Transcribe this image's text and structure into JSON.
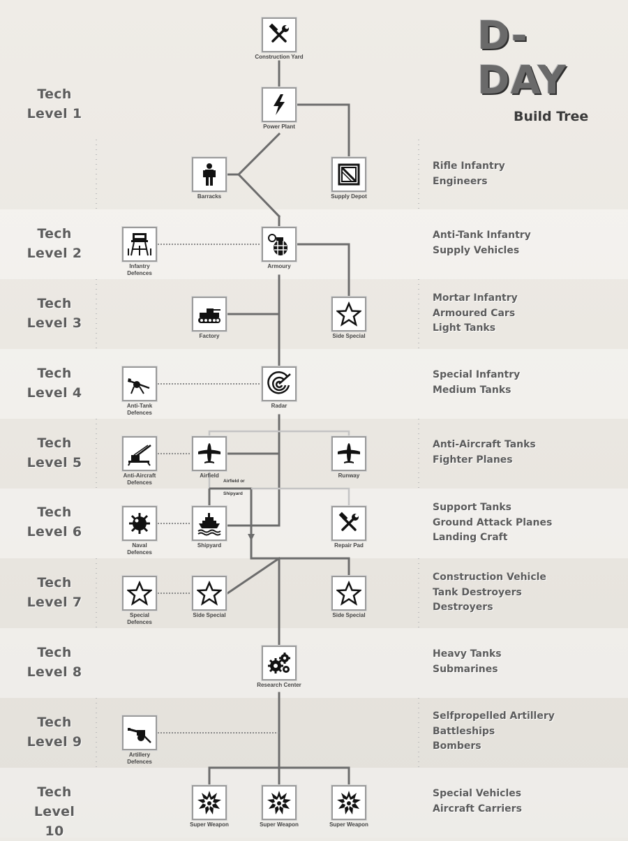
{
  "title": "D-DAY",
  "subtitle": "Build Tree",
  "levels": [
    {
      "l1": "Tech",
      "l2": "Level 1"
    },
    {
      "l1": "Tech",
      "l2": "Level 2"
    },
    {
      "l1": "Tech",
      "l2": "Level 3"
    },
    {
      "l1": "Tech",
      "l2": "Level 4"
    },
    {
      "l1": "Tech",
      "l2": "Level 5"
    },
    {
      "l1": "Tech",
      "l2": "Level 6"
    },
    {
      "l1": "Tech",
      "l2": "Level 7"
    },
    {
      "l1": "Tech",
      "l2": "Level 8"
    },
    {
      "l1": "Tech",
      "l2": "Level 9"
    },
    {
      "l1": "Tech",
      "l2": "Level 10"
    }
  ],
  "unlocks": [
    [
      "Rifle Infantry",
      "Engineers"
    ],
    [
      "Anti-Tank Infantry",
      "Supply Vehicles"
    ],
    [
      "Mortar Infantry",
      "Armoured Cars",
      "Light Tanks"
    ],
    [
      "Special Infantry",
      "Medium Tanks"
    ],
    [
      "Anti-Aircraft Tanks",
      "Fighter Planes"
    ],
    [
      "Support Tanks",
      "Ground Attack Planes",
      "Landing Craft"
    ],
    [
      "Construction Vehicle",
      "Tank Destroyers",
      "Destroyers"
    ],
    [
      "Heavy Tanks",
      "Submarines"
    ],
    [
      "Selfpropelled Artillery",
      "Battleships",
      "Bombers"
    ],
    [
      "Special Vehicles",
      "Aircraft Carriers"
    ]
  ],
  "nodes": {
    "construction_yard": {
      "label": "Construction Yard",
      "icon": "hammer-wrench-icon"
    },
    "power_plant": {
      "label": "Power Plant",
      "icon": "lightning-icon"
    },
    "barracks": {
      "label": "Barracks",
      "icon": "soldier-icon"
    },
    "supply_depot": {
      "label": "Supply Depot",
      "icon": "crate-icon"
    },
    "infantry_defences": {
      "label": "Infantry Defences",
      "icon": "watchtower-icon"
    },
    "armoury": {
      "label": "Armoury",
      "icon": "grenade-icon"
    },
    "factory": {
      "label": "Factory",
      "icon": "tank-icon"
    },
    "side_special_3": {
      "label": "Side Special",
      "icon": "star-icon"
    },
    "anti_tank_defences": {
      "label": "Anti-Tank Defences",
      "icon": "antitank-gun-icon"
    },
    "radar": {
      "label": "Radar",
      "icon": "radar-icon"
    },
    "anti_aircraft_defences": {
      "label": "Anti-Aircraft Defences",
      "icon": "flak-gun-icon"
    },
    "airfield": {
      "label": "Airfield",
      "icon": "plane-icon"
    },
    "runway": {
      "label": "Runway",
      "icon": "plane-icon"
    },
    "naval_defences": {
      "label": "Naval Defences",
      "icon": "mine-icon"
    },
    "shipyard": {
      "label": "Shipyard",
      "icon": "ship-icon"
    },
    "repair_pad": {
      "label": "Repair Pad",
      "icon": "hammer-wrench-icon"
    },
    "special_defences": {
      "label": "Special Defences",
      "icon": "star-icon"
    },
    "side_special_7a": {
      "label": "Side Special",
      "icon": "star-icon"
    },
    "side_special_7b": {
      "label": "Side Special",
      "icon": "star-icon"
    },
    "research_center": {
      "label": "Research Center",
      "icon": "gears-icon"
    },
    "artillery_defences": {
      "label": "Artillery Defences",
      "icon": "artillery-icon"
    },
    "super_weapon_1": {
      "label": "Super Weapon",
      "icon": "explosion-icon"
    },
    "super_weapon_2": {
      "label": "Super Weapon",
      "icon": "explosion-icon"
    },
    "super_weapon_3": {
      "label": "Super Weapon",
      "icon": "explosion-icon"
    }
  },
  "notes": {
    "airfield_or_1": "Airfield or",
    "airfield_or_2": "Shipyard"
  }
}
